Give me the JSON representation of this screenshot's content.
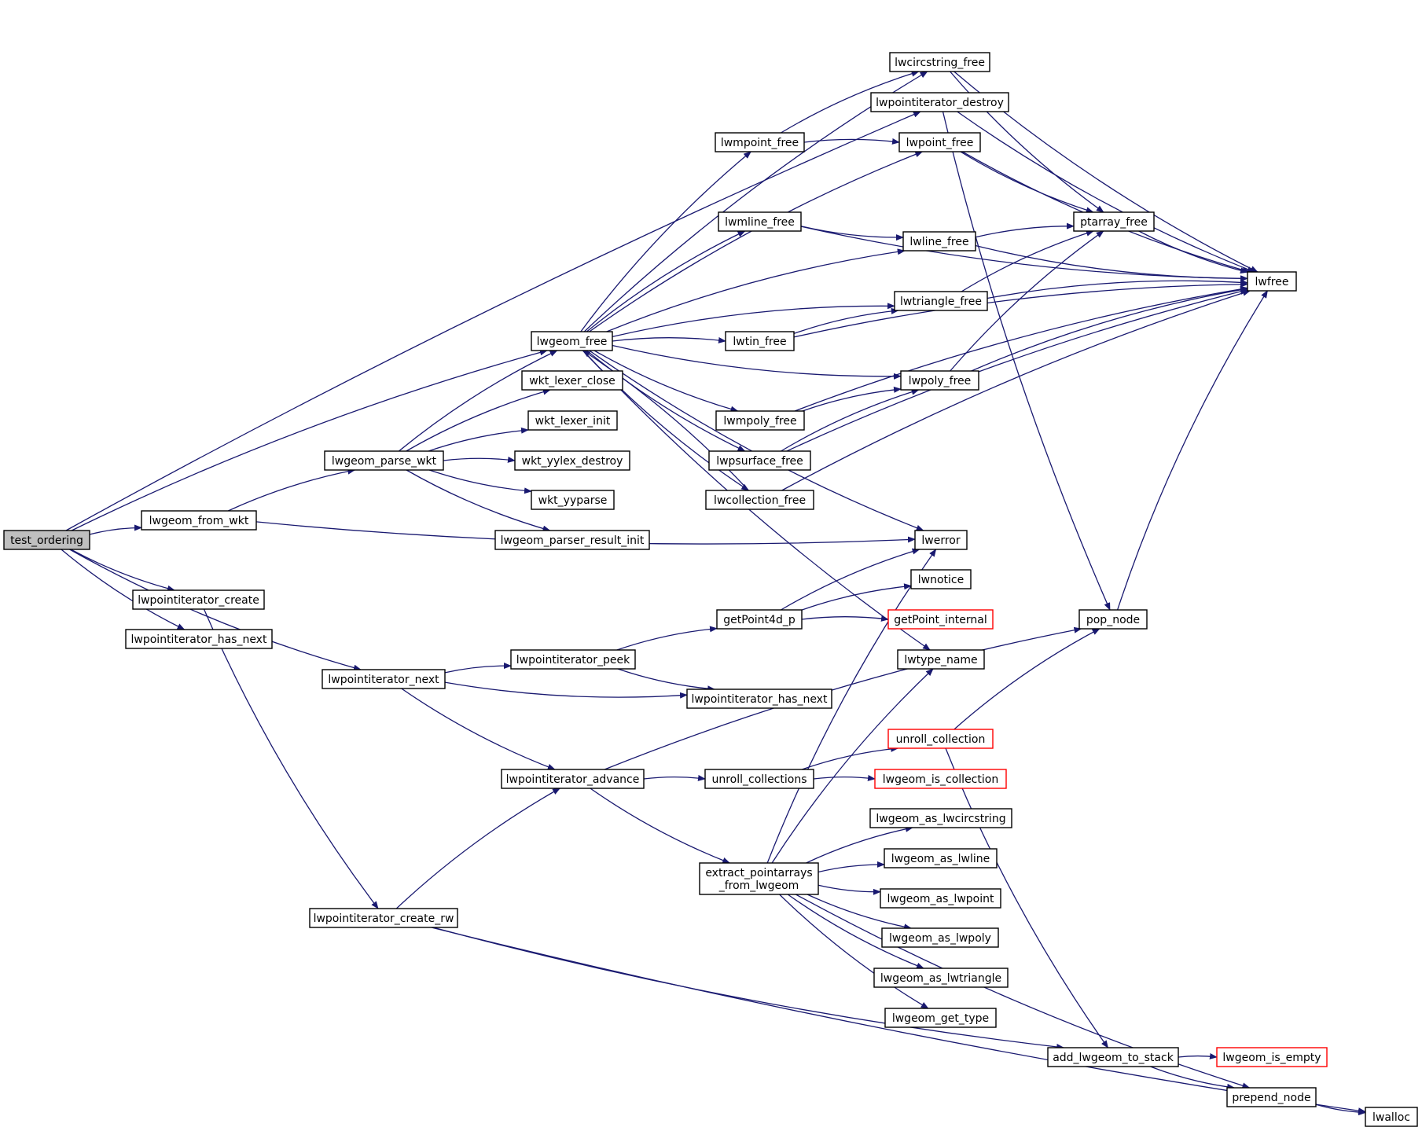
{
  "colors": {
    "edge": "#191970",
    "root_fill": "#bfbfbf",
    "external_border": "#ff0000",
    "node_border": "#000000"
  },
  "nodes": [
    {
      "id": "test_ordering",
      "label": "test_ordering",
      "kind": "root"
    },
    {
      "id": "lwgeom_from_wkt",
      "label": "lwgeom_from_wkt",
      "kind": "normal"
    },
    {
      "id": "lwpointiterator_create",
      "label": "lwpointiterator_create",
      "kind": "normal"
    },
    {
      "id": "lwpointiterator_has_next_a",
      "label": "lwpointiterator_has_next",
      "kind": "normal"
    },
    {
      "id": "lwpointiterator_next",
      "label": "lwpointiterator_next",
      "kind": "normal"
    },
    {
      "id": "lwpointiterator_create_rw",
      "label": "lwpointiterator_create_rw",
      "kind": "normal"
    },
    {
      "id": "lwgeom_parse_wkt",
      "label": "lwgeom_parse_wkt",
      "kind": "normal"
    },
    {
      "id": "lwgeom_free",
      "label": "lwgeom_free",
      "kind": "normal"
    },
    {
      "id": "wkt_lexer_close",
      "label": "wkt_lexer_close",
      "kind": "normal"
    },
    {
      "id": "wkt_lexer_init",
      "label": "wkt_lexer_init",
      "kind": "normal"
    },
    {
      "id": "wkt_yylex_destroy",
      "label": "wkt_yylex_destroy",
      "kind": "normal"
    },
    {
      "id": "wkt_yyparse",
      "label": "wkt_yyparse",
      "kind": "normal"
    },
    {
      "id": "lwgeom_parser_result_init",
      "label": "lwgeom_parser_result_init",
      "kind": "normal"
    },
    {
      "id": "lwpointiterator_peek",
      "label": "lwpointiterator_peek",
      "kind": "normal"
    },
    {
      "id": "lwpointiterator_advance",
      "label": "lwpointiterator_advance",
      "kind": "normal"
    },
    {
      "id": "lwpointiterator_has_next_b",
      "label": "lwpointiterator_has_next",
      "kind": "normal"
    },
    {
      "id": "getPoint4d_p",
      "label": "getPoint4d_p",
      "kind": "normal"
    },
    {
      "id": "unroll_collections",
      "label": "unroll_collections",
      "kind": "normal"
    },
    {
      "id": "extract_pointarrays",
      "label": "extract_pointarrays\n_from_lwgeom",
      "kind": "normal"
    },
    {
      "id": "lwmpoint_free",
      "label": "lwmpoint_free",
      "kind": "normal"
    },
    {
      "id": "lwmline_free",
      "label": "lwmline_free",
      "kind": "normal"
    },
    {
      "id": "lwtin_free",
      "label": "lwtin_free",
      "kind": "normal"
    },
    {
      "id": "lwmpoly_free",
      "label": "lwmpoly_free",
      "kind": "normal"
    },
    {
      "id": "lwpsurface_free",
      "label": "lwpsurface_free",
      "kind": "normal"
    },
    {
      "id": "lwcollection_free",
      "label": "lwcollection_free",
      "kind": "normal"
    },
    {
      "id": "lwcircstring_free",
      "label": "lwcircstring_free",
      "kind": "normal"
    },
    {
      "id": "lwpointiterator_destroy",
      "label": "lwpointiterator_destroy",
      "kind": "normal"
    },
    {
      "id": "lwpoint_free",
      "label": "lwpoint_free",
      "kind": "normal"
    },
    {
      "id": "lwline_free",
      "label": "lwline_free",
      "kind": "normal"
    },
    {
      "id": "lwtriangle_free",
      "label": "lwtriangle_free",
      "kind": "normal"
    },
    {
      "id": "lwpoly_free",
      "label": "lwpoly_free",
      "kind": "normal"
    },
    {
      "id": "lwerror",
      "label": "lwerror",
      "kind": "normal"
    },
    {
      "id": "lwnotice",
      "label": "lwnotice",
      "kind": "normal"
    },
    {
      "id": "getPoint_internal",
      "label": "getPoint_internal",
      "kind": "external"
    },
    {
      "id": "lwtype_name",
      "label": "lwtype_name",
      "kind": "normal"
    },
    {
      "id": "unroll_collection",
      "label": "unroll_collection",
      "kind": "external"
    },
    {
      "id": "lwgeom_is_collection",
      "label": "lwgeom_is_collection",
      "kind": "external"
    },
    {
      "id": "lwgeom_as_lwcircstring",
      "label": "lwgeom_as_lwcircstring",
      "kind": "normal"
    },
    {
      "id": "lwgeom_as_lwline",
      "label": "lwgeom_as_lwline",
      "kind": "normal"
    },
    {
      "id": "lwgeom_as_lwpoint",
      "label": "lwgeom_as_lwpoint",
      "kind": "normal"
    },
    {
      "id": "lwgeom_as_lwpoly",
      "label": "lwgeom_as_lwpoly",
      "kind": "normal"
    },
    {
      "id": "lwgeom_as_lwtriangle",
      "label": "lwgeom_as_lwtriangle",
      "kind": "normal"
    },
    {
      "id": "lwgeom_get_type",
      "label": "lwgeom_get_type",
      "kind": "normal"
    },
    {
      "id": "ptarray_free",
      "label": "ptarray_free",
      "kind": "normal"
    },
    {
      "id": "pop_node",
      "label": "pop_node",
      "kind": "normal"
    },
    {
      "id": "add_lwgeom_to_stack",
      "label": "add_lwgeom_to_stack",
      "kind": "normal"
    },
    {
      "id": "lwgeom_is_empty",
      "label": "lwgeom_is_empty",
      "kind": "external"
    },
    {
      "id": "prepend_node",
      "label": "prepend_node",
      "kind": "normal"
    },
    {
      "id": "lwalloc",
      "label": "lwalloc",
      "kind": "normal"
    },
    {
      "id": "lwfree",
      "label": "lwfree",
      "kind": "normal"
    }
  ],
  "edges": [
    [
      "test_ordering",
      "lwpointiterator_destroy"
    ],
    [
      "test_ordering",
      "lwgeom_free"
    ],
    [
      "test_ordering",
      "lwgeom_from_wkt"
    ],
    [
      "test_ordering",
      "lwpointiterator_create"
    ],
    [
      "test_ordering",
      "lwpointiterator_has_next_a"
    ],
    [
      "test_ordering",
      "lwpointiterator_next"
    ],
    [
      "lwgeom_from_wkt",
      "lwgeom_parse_wkt"
    ],
    [
      "lwgeom_from_wkt",
      "lwerror"
    ],
    [
      "lwgeom_parse_wkt",
      "lwgeom_free"
    ],
    [
      "lwgeom_parse_wkt",
      "wkt_lexer_close"
    ],
    [
      "lwgeom_parse_wkt",
      "wkt_lexer_init"
    ],
    [
      "lwgeom_parse_wkt",
      "wkt_yylex_destroy"
    ],
    [
      "lwgeom_parse_wkt",
      "wkt_yyparse"
    ],
    [
      "lwgeom_parse_wkt",
      "lwgeom_parser_result_init"
    ],
    [
      "lwpointiterator_create",
      "lwpointiterator_create_rw"
    ],
    [
      "lwpointiterator_next",
      "lwpointiterator_peek"
    ],
    [
      "lwpointiterator_next",
      "lwpointiterator_has_next_b"
    ],
    [
      "lwpointiterator_next",
      "lwpointiterator_advance"
    ],
    [
      "lwpointiterator_create_rw",
      "lwpointiterator_advance"
    ],
    [
      "lwpointiterator_create_rw",
      "add_lwgeom_to_stack"
    ],
    [
      "lwpointiterator_create_rw",
      "lwalloc"
    ],
    [
      "lwpointiterator_peek",
      "getPoint4d_p"
    ],
    [
      "lwpointiterator_peek",
      "lwpointiterator_has_next_b"
    ],
    [
      "lwpointiterator_advance",
      "pop_node"
    ],
    [
      "lwpointiterator_advance",
      "unroll_collections"
    ],
    [
      "lwpointiterator_advance",
      "extract_pointarrays"
    ],
    [
      "getPoint4d_p",
      "lwerror"
    ],
    [
      "getPoint4d_p",
      "lwnotice"
    ],
    [
      "getPoint4d_p",
      "getPoint_internal"
    ],
    [
      "unroll_collections",
      "unroll_collection"
    ],
    [
      "unroll_collections",
      "lwgeom_is_collection"
    ],
    [
      "unroll_collection",
      "pop_node"
    ],
    [
      "unroll_collection",
      "add_lwgeom_to_stack"
    ],
    [
      "extract_pointarrays",
      "lwerror"
    ],
    [
      "extract_pointarrays",
      "lwtype_name"
    ],
    [
      "extract_pointarrays",
      "lwgeom_as_lwcircstring"
    ],
    [
      "extract_pointarrays",
      "lwgeom_as_lwline"
    ],
    [
      "extract_pointarrays",
      "lwgeom_as_lwpoint"
    ],
    [
      "extract_pointarrays",
      "lwgeom_as_lwpoly"
    ],
    [
      "extract_pointarrays",
      "lwgeom_as_lwtriangle"
    ],
    [
      "extract_pointarrays",
      "lwgeom_get_type"
    ],
    [
      "extract_pointarrays",
      "prepend_node"
    ],
    [
      "lwgeom_free",
      "lwcircstring_free"
    ],
    [
      "lwgeom_free",
      "lwmpoint_free"
    ],
    [
      "lwgeom_free",
      "lwpoint_free"
    ],
    [
      "lwgeom_free",
      "lwmline_free"
    ],
    [
      "lwgeom_free",
      "lwline_free"
    ],
    [
      "lwgeom_free",
      "lwtriangle_free"
    ],
    [
      "lwgeom_free",
      "lwtin_free"
    ],
    [
      "lwgeom_free",
      "lwpoly_free"
    ],
    [
      "lwgeom_free",
      "lwmpoly_free"
    ],
    [
      "lwgeom_free",
      "lwpsurface_free"
    ],
    [
      "lwgeom_free",
      "lwcollection_free"
    ],
    [
      "lwgeom_free",
      "lwerror"
    ],
    [
      "lwgeom_free",
      "lwtype_name"
    ],
    [
      "lwcollection_free",
      "lwgeom_free"
    ],
    [
      "lwcollection_free",
      "lwfree"
    ],
    [
      "lwmpoint_free",
      "lwpoint_free"
    ],
    [
      "lwmpoint_free",
      "lwcircstring_free"
    ],
    [
      "lwmline_free",
      "lwline_free"
    ],
    [
      "lwmline_free",
      "lwfree"
    ],
    [
      "lwtin_free",
      "lwtriangle_free"
    ],
    [
      "lwtin_free",
      "lwfree"
    ],
    [
      "lwmpoly_free",
      "lwpoly_free"
    ],
    [
      "lwmpoly_free",
      "lwfree"
    ],
    [
      "lwpsurface_free",
      "lwpoly_free"
    ],
    [
      "lwpsurface_free",
      "lwfree"
    ],
    [
      "lwcircstring_free",
      "ptarray_free"
    ],
    [
      "lwcircstring_free",
      "lwfree"
    ],
    [
      "lwpointiterator_destroy",
      "pop_node"
    ],
    [
      "lwpointiterator_destroy",
      "lwfree"
    ],
    [
      "lwpoint_free",
      "ptarray_free"
    ],
    [
      "lwpoint_free",
      "lwfree"
    ],
    [
      "lwline_free",
      "ptarray_free"
    ],
    [
      "lwline_free",
      "lwfree"
    ],
    [
      "lwtriangle_free",
      "ptarray_free"
    ],
    [
      "lwtriangle_free",
      "lwfree"
    ],
    [
      "lwpoly_free",
      "ptarray_free"
    ],
    [
      "lwpoly_free",
      "lwfree"
    ],
    [
      "ptarray_free",
      "lwfree"
    ],
    [
      "pop_node",
      "lwfree"
    ],
    [
      "add_lwgeom_to_stack",
      "lwgeom_is_empty"
    ],
    [
      "add_lwgeom_to_stack",
      "prepend_node"
    ],
    [
      "prepend_node",
      "lwalloc"
    ]
  ]
}
